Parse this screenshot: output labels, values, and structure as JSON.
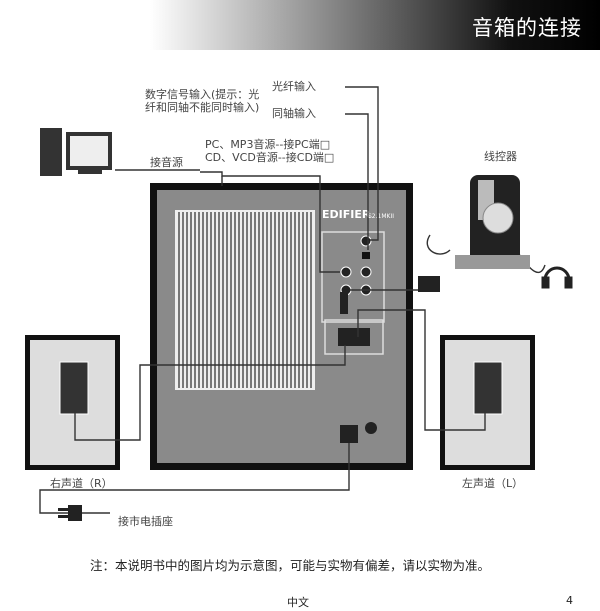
{
  "header": {
    "title": "音箱的连接"
  },
  "labels": {
    "digital_input": "数字信号输入(提示：光",
    "digital_input_2": "纤和同轴不能同时输入)",
    "optical": "光纤输入",
    "coaxial": "同轴输入",
    "pc_source": "PC、MP3音源--接PC端□",
    "cd_source": "CD、VCD音源--接CD端□",
    "audio_source": "接音源",
    "remote": "线控器",
    "right_channel": "右声道（R）",
    "left_channel": "左声道（L）",
    "mains": "接市电插座"
  },
  "subwoofer": {
    "brand": "EDIFIER",
    "model": "S2.1MKII"
  },
  "note": "注：本说明书中的图片均为示意图，可能与实物有偏差，请以实物为准。",
  "footer": {
    "language": "中文",
    "page": "4"
  }
}
